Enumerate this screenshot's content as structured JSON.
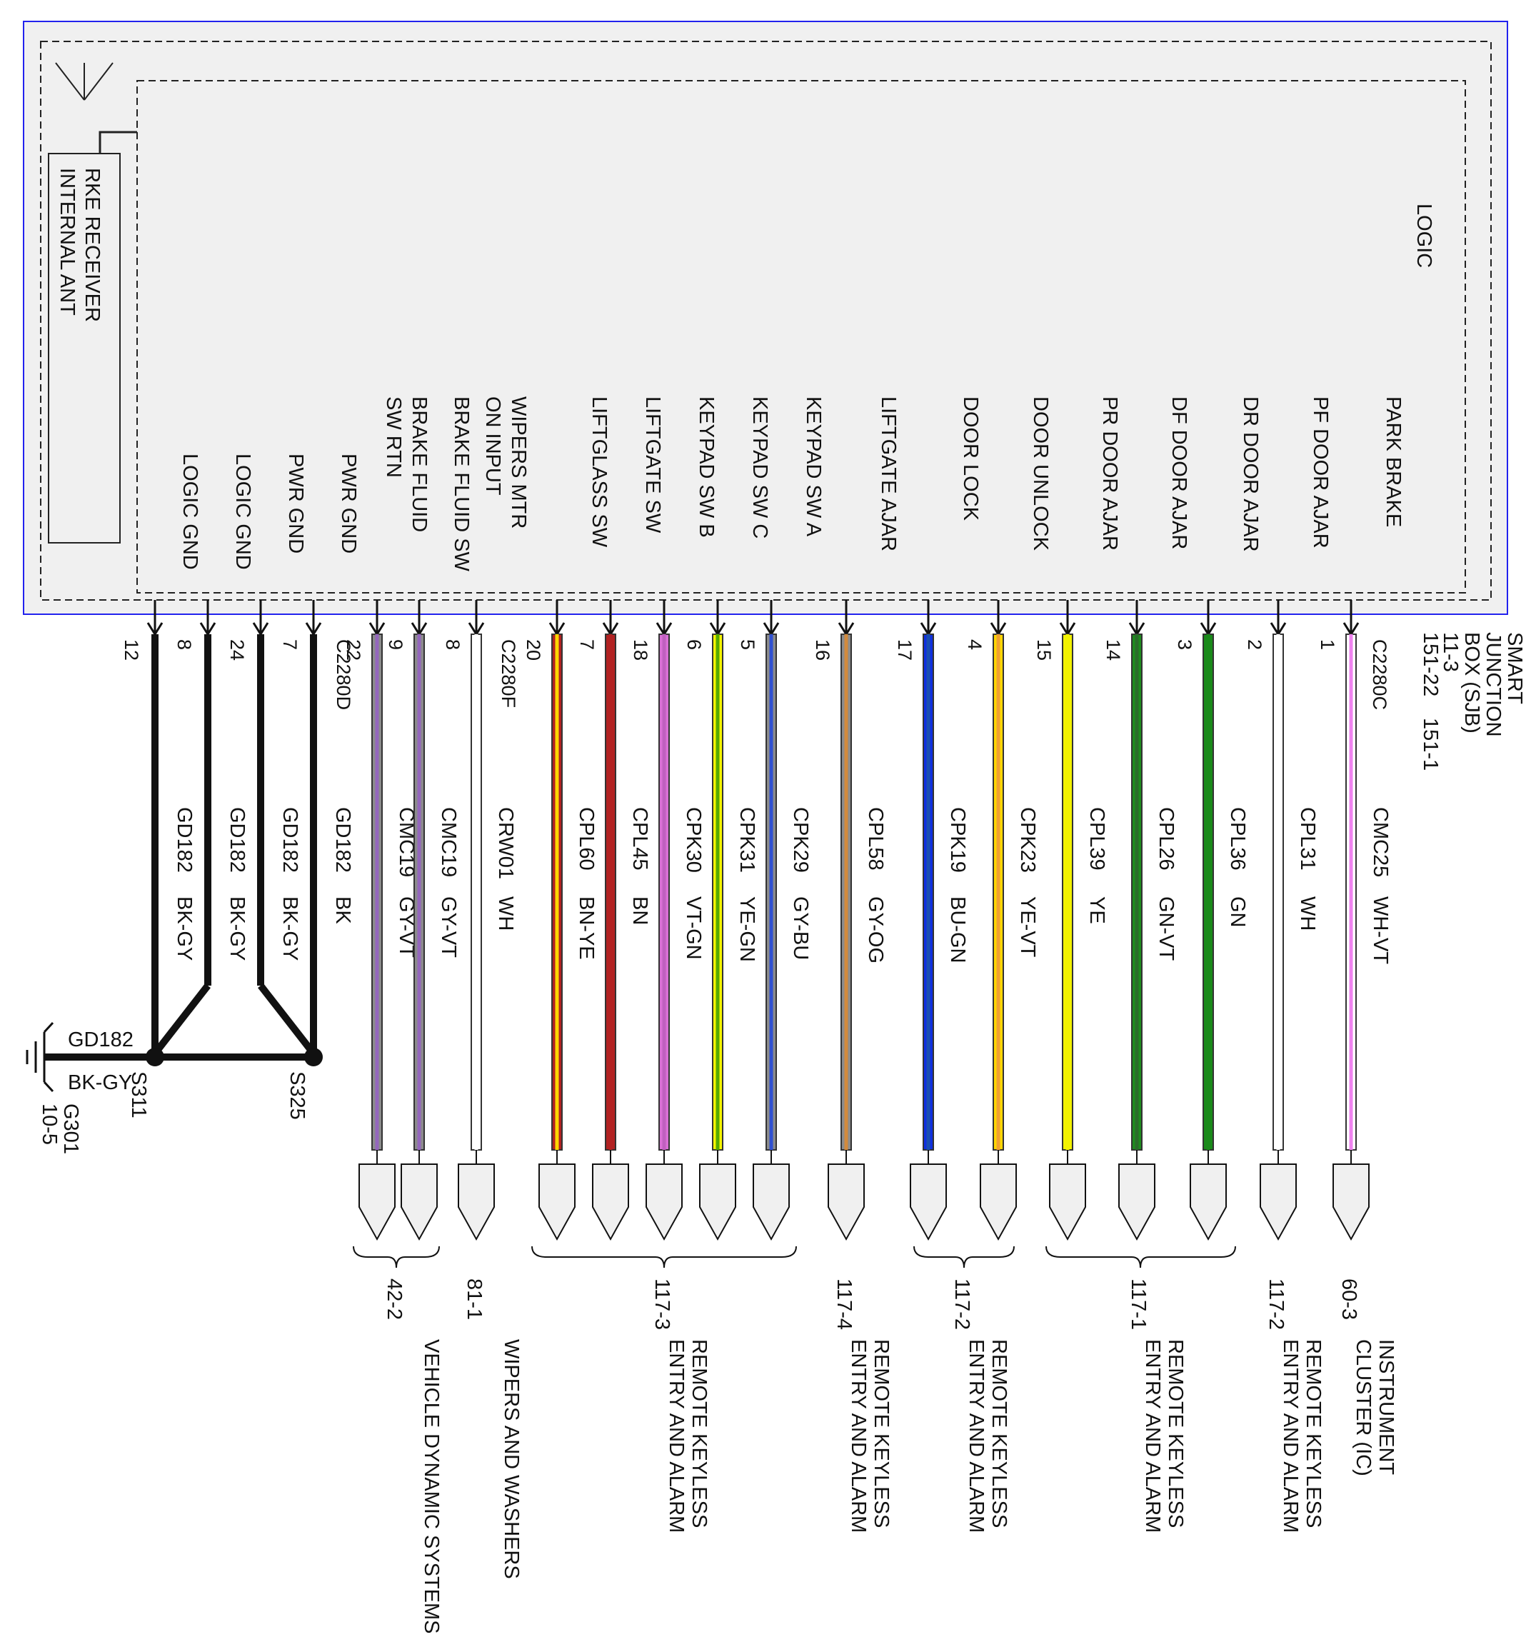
{
  "module": {
    "name": "LOGIC",
    "antenna_label": [
      "RKE RECEIVER",
      "INTERNAL ANT"
    ],
    "title": [
      "SMART",
      "JUNCTION",
      "BOX (SJB)"
    ],
    "refs": [
      "11-3",
      "151-22",
      "151-1"
    ]
  },
  "connectors": {
    "d": "C2280D",
    "f": "C2280F",
    "c": "C2280C"
  },
  "ground_wires": [
    {
      "func": "LOGIC GND",
      "pin": "12",
      "circuit": "GD182",
      "color": "BK-GY"
    },
    {
      "func": "LOGIC GND",
      "pin": "8",
      "circuit": "GD182",
      "color": "BK-GY"
    },
    {
      "func": "PWR GND",
      "pin": "24",
      "circuit": "GD182",
      "color": "BK-GY"
    },
    {
      "func": "PWR GND",
      "pin": "7",
      "circuit": "GD182",
      "color": "BK"
    }
  ],
  "wires": [
    {
      "func": [
        "BRAKE FLUID",
        "SW RTN"
      ],
      "pin": "22",
      "circuit": "CMC19",
      "color": "GY-VT",
      "stripes": [
        "#8c8c8c",
        "#9467bd"
      ]
    },
    {
      "func": [
        "BRAKE FLUID SW"
      ],
      "pin": "9",
      "circuit": "CMC19",
      "color": "GY-VT",
      "stripes": [
        "#8c8c8c",
        "#9467bd"
      ]
    },
    {
      "func": [
        "WIPERS MTR",
        "ON INPUT"
      ],
      "pin": "8",
      "circuit": "CRW01",
      "color": "WH",
      "stripes": [
        "#ffffff",
        "#ffffff"
      ]
    },
    {
      "func": [
        "LIFTGLASS SW"
      ],
      "pin": "20",
      "circuit": "CPL60",
      "color": "BN-YE",
      "stripes": [
        "#b22222",
        "#ffd700"
      ]
    },
    {
      "func": [
        "LIFTGATE SW"
      ],
      "pin": "7",
      "circuit": "CPL45",
      "color": "BN",
      "stripes": [
        "#b22222",
        "#b22222"
      ]
    },
    {
      "func": [
        "KEYPAD SW B"
      ],
      "pin": "18",
      "circuit": "CPK30",
      "color": "VT-GN",
      "stripes": [
        "#da70d6",
        "#c060c0"
      ]
    },
    {
      "func": [
        "KEYPAD SW C"
      ],
      "pin": "6",
      "circuit": "CPK31",
      "color": "YE-GN",
      "stripes": [
        "#f5f500",
        "#55aa00"
      ]
    },
    {
      "func": [
        "KEYPAD SW A"
      ],
      "pin": "5",
      "circuit": "CPK29",
      "color": "GY-BU",
      "stripes": [
        "#8c8c8c",
        "#3050d0"
      ]
    },
    {
      "func": [
        "LIFTGATE AJAR"
      ],
      "pin": "16",
      "circuit": "CPL58",
      "color": "GY-OG",
      "stripes": [
        "#8c8c8c",
        "#d28a3c"
      ]
    },
    {
      "func": [
        "DOOR LOCK"
      ],
      "pin": "17",
      "circuit": "CPK19",
      "color": "BU-GN",
      "stripes": [
        "#1030e0",
        "#1a4fb0"
      ]
    },
    {
      "func": [
        "DOOR UNLOCK"
      ],
      "pin": "4",
      "circuit": "CPK23",
      "color": "YE-VT",
      "stripes": [
        "#ffd700",
        "#f0a030"
      ]
    },
    {
      "func": [
        "PR DOOR AJAR"
      ],
      "pin": "15",
      "circuit": "CPL39",
      "color": "YE",
      "stripes": [
        "#f2f200",
        "#f2f200"
      ]
    },
    {
      "func": [
        "DF DOOR AJAR"
      ],
      "pin": "14",
      "circuit": "CPL26",
      "color": "GN-VT",
      "stripes": [
        "#1e8c1e",
        "#2b6d2b"
      ]
    },
    {
      "func": [
        "DR DOOR AJAR"
      ],
      "pin": "3",
      "circuit": "CPL36",
      "color": "GN",
      "stripes": [
        "#1a8a1a",
        "#1a8a1a"
      ]
    },
    {
      "func": [
        "PF DOOR AJAR"
      ],
      "pin": "2",
      "circuit": "CPL31",
      "color": "WH",
      "stripes": [
        "#ffffff",
        "#ffffff"
      ]
    },
    {
      "func": [
        "PARK BRAKE"
      ],
      "pin": "1",
      "circuit": "CMC25",
      "color": "WH-VT",
      "stripes": [
        "#ffffff",
        "#ee82ee"
      ]
    }
  ],
  "ground": {
    "wire_circuit": "GD182",
    "wire_color": "BK-GY",
    "splice_left": "S311",
    "splice_right": "S325",
    "ground_point": "G301",
    "ground_ref": "10-5"
  },
  "destinations": [
    {
      "ref": "42-2",
      "label": [
        "VEHICLE DYNAMIC SYSTEMS"
      ]
    },
    {
      "ref": "81-1",
      "label": [
        "WIPERS AND WASHERS"
      ]
    },
    {
      "ref": "117-3",
      "label": [
        "REMOTE KEYLESS",
        "ENTRY AND ALARM"
      ]
    },
    {
      "ref": "117-4",
      "label": [
        "REMOTE KEYLESS",
        "ENTRY AND ALARM"
      ]
    },
    {
      "ref": "117-2",
      "label": [
        "REMOTE KEYLESS",
        "ENTRY AND ALARM"
      ]
    },
    {
      "ref": "117-1",
      "label": [
        "REMOTE KEYLESS",
        "ENTRY AND ALARM"
      ]
    },
    {
      "ref": "117-2",
      "label": [
        "REMOTE KEYLESS",
        "ENTRY AND ALARM"
      ]
    },
    {
      "ref": "60-3",
      "label": [
        "INSTRUMENT",
        "CLUSTER (IC)"
      ]
    }
  ]
}
